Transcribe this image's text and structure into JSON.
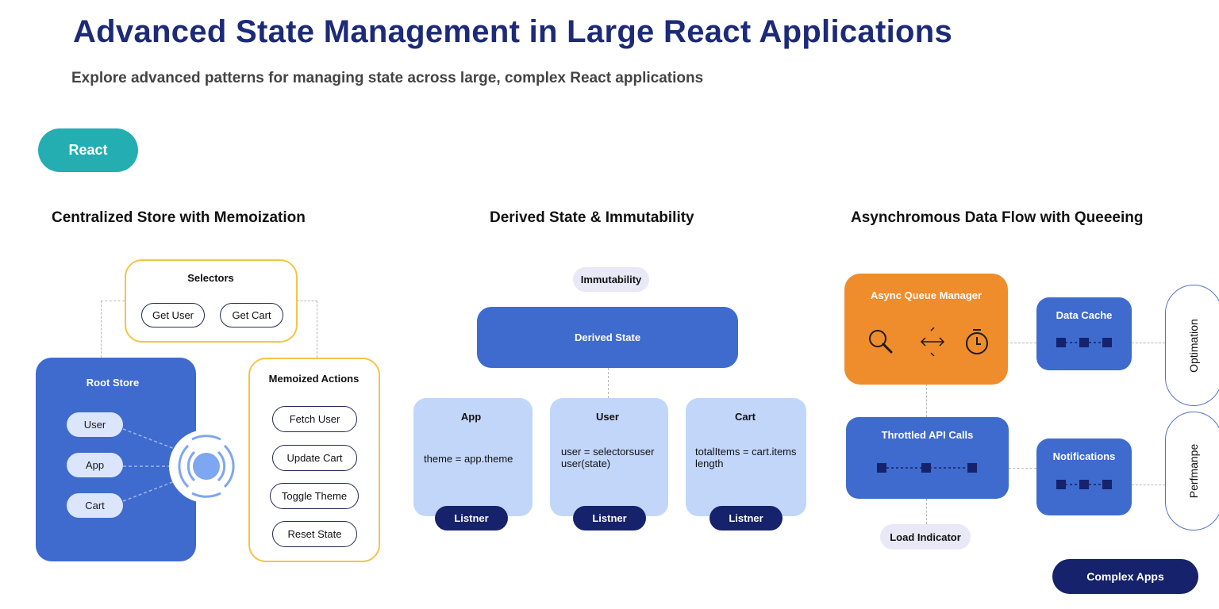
{
  "header": {
    "title": "Advanced State Management in Large React Applications",
    "subtitle": "Explore advanced patterns for managing state across large, complex React applications",
    "tag": "React"
  },
  "sections": {
    "centralized": {
      "title": "Centralized Store with Memoization",
      "selectors": {
        "label": "Selectors",
        "items": [
          "Get User",
          "Get Cart"
        ]
      },
      "root_store": {
        "label": "Root Store",
        "items": [
          "User",
          "App",
          "Cart"
        ]
      },
      "memoized_actions": {
        "label": "Memoized Actions",
        "items": [
          "Fetch User",
          "Update Cart",
          "Toggle Theme",
          "Reset State"
        ]
      }
    },
    "derived": {
      "title": "Derived State & Immutability",
      "immutability": "Immutability",
      "derived_state": "Derived State",
      "cards": [
        {
          "title": "App",
          "text": "theme = app.theme",
          "listener": "Listner"
        },
        {
          "title": "User",
          "text": "user = selectorsuser user(state)",
          "listener": "Listner"
        },
        {
          "title": "Cart",
          "text": "totalItems = cart.items length",
          "listener": "Listner"
        }
      ]
    },
    "async": {
      "title": "Asynchromous Data Flow with Queeeing",
      "queue_manager": "Async Queue Manager",
      "data_cache": "Data Cache",
      "throttled": "Throttled API Calls",
      "notifications": "Notifications",
      "load_indicator": "Load Indicator",
      "side_labels": [
        "Optimation",
        "Perfmanpe"
      ],
      "footer_chip": "Complex Apps"
    }
  },
  "colors": {
    "title": "#1c2a78",
    "teal": "#24aeb2",
    "blue": "#3e6bcd",
    "light_blue": "#c2d6fa",
    "navy": "#16226b",
    "orange": "#ef8c2b",
    "yellow_border": "#f2c544"
  },
  "icons": [
    "search-icon",
    "arrows-icon",
    "timer-icon",
    "broadcast-icon"
  ]
}
